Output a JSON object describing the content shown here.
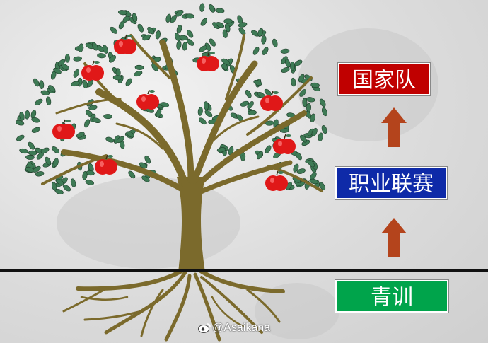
{
  "diagram": {
    "tiers": [
      {
        "label": "国家队",
        "color": "#c00000"
      },
      {
        "label": "职业联赛",
        "color": "#0e2aa8"
      },
      {
        "label": "青训",
        "color": "#00a44b"
      }
    ],
    "arrow_color": "#b4441c",
    "trunk_color": "#7b6a2c",
    "leaf_color": "#3e7a55",
    "apple_color": "#e01818",
    "watermark": "@Asaikana",
    "icons": [
      "tree-illustration",
      "apple-icon",
      "up-arrow-icon",
      "weibo-icon"
    ]
  }
}
